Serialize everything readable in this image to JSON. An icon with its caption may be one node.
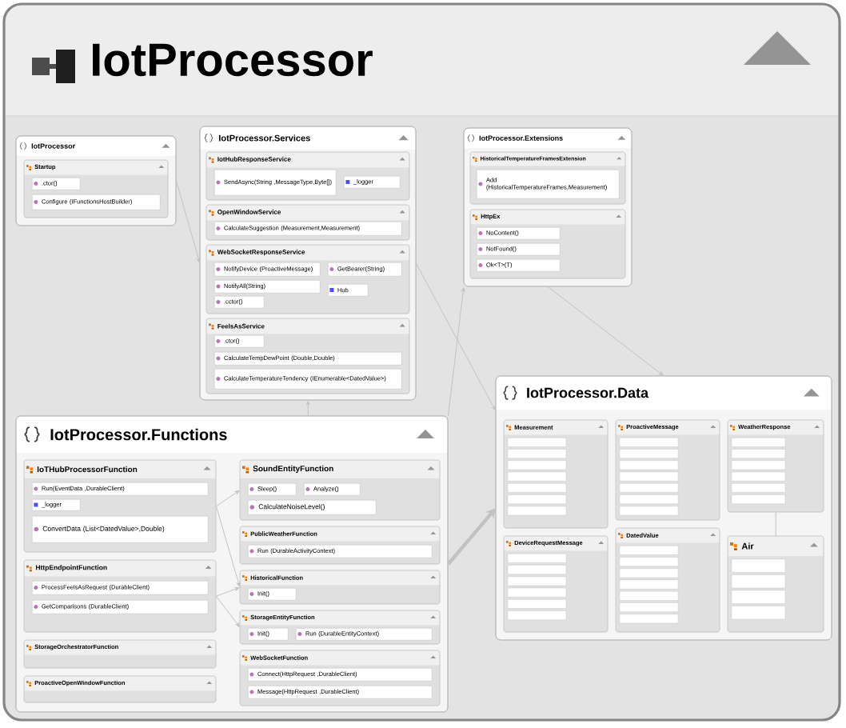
{
  "diagram": {
    "nodes": [
      {
        "text": [
          "IotProcessor"
        ]
      },
      {
        "text": [
          "IotProcessor.Services"
        ],
        "in": 0
      },
      {
        "text": [
          "IotHubResponseService"
        ],
        "in": 1
      },
      {
        "text": [
          "SendAsync(String ,MessageType,Byte[])"
        ],
        "in": 2
      },
      {
        "text": [
          "_logger"
        ],
        "in": 2
      },
      {
        "text": [
          "OpenWindowService"
        ],
        "in": 1
      },
      {
        "text": [
          "CalculateSuggestion (Measurement,Measurement)"
        ],
        "in": 5
      },
      {
        "text": [
          "WebSocketResponseService"
        ],
        "in": 1
      },
      {
        "text": [
          "NotifyDevice (ProactiveMessage)"
        ],
        "in": 7
      },
      {
        "text": [
          "GetBearer(String)"
        ],
        "in": 7
      },
      {
        "text": [
          "NotifyAll(String)"
        ],
        "in": 7
      },
      {
        "text": [
          ".cctor()"
        ],
        "in": 7
      },
      {
        "text": [
          "Hub"
        ],
        "in": 7
      },
      {
        "text": [
          "FeelsAsService"
        ],
        "in": 1
      },
      {
        "text": [
          ".ctor()"
        ],
        "in": 13
      },
      {
        "text": [
          "CalculateTempDewPoint (Double,Double)"
        ],
        "in": 13
      },
      {
        "text": [
          "CalculateTemperatureTendency (IEnumerable<DatedValue>)"
        ],
        "in": 13
      },
      {
        "text": [
          "IotProcessor"
        ],
        "in": 0
      },
      {
        "text": [
          "Startup"
        ],
        "in": 17
      },
      {
        "text": [
          ".ctor()"
        ],
        "in": 18
      },
      {
        "text": [
          "Configure (IFunctionsHostBuilder)"
        ],
        "in": 18
      },
      {
        "text": [
          "IotProcessor.Functions"
        ],
        "in": 0
      },
      {
        "text": [
          "IoTHubProcessorFunction"
        ],
        "in": 21
      },
      {
        "text": [
          "Run(EventData ,DurableClient)"
        ],
        "in": 22
      },
      {
        "text": [
          "_logger"
        ],
        "in": 22
      },
      {
        "text": [
          "ConvertData (List<DatedValue>,Double)"
        ],
        "in": 22
      },
      {
        "text": [
          "HttpEndpointFunction"
        ],
        "in": 21
      },
      {
        "text": [
          "ProcessFeelsAsRequest (DurableClient)"
        ],
        "in": 26
      },
      {
        "text": [
          "GetComparisons (DurableClient)"
        ],
        "in": 26
      },
      {
        "text": [
          "StorageOrchestratorFunction"
        ],
        "in": 21
      },
      {
        "text": [
          "ProactiveOpenWindowFunction"
        ],
        "in": 21
      },
      {
        "text": [
          "SoundEntityFunction"
        ],
        "in": 21
      },
      {
        "text": [
          "Sleep()"
        ],
        "in": 31
      },
      {
        "text": [
          "Analyze()"
        ],
        "in": 31
      },
      {
        "text": [
          "CalculateNoiseLevel()"
        ],
        "in": 31
      },
      {
        "text": [
          "PublicWeatherFunction"
        ],
        "in": 21
      },
      {
        "text": [
          "Run (DurableActivityContext)"
        ],
        "in": 35
      },
      {
        "text": [
          "HistoricalFunction"
        ],
        "in": 21
      },
      {
        "text": [
          "Init()"
        ],
        "in": 37
      },
      {
        "text": [
          "StorageEntityFunction"
        ],
        "in": 21
      },
      {
        "text": [
          "Init()"
        ],
        "in": 39
      },
      {
        "text": [
          "Run (DurableEntityContext)"
        ],
        "in": 39
      },
      {
        "text": [
          "WebSocketFunction"
        ],
        "in": 21
      },
      {
        "text": [
          "Connect(HttpRequest ,DurableClient)"
        ],
        "in": 42
      },
      {
        "text": [
          "Message(HttpRequest ,DurableClient)"
        ],
        "in": 42
      },
      {
        "text": [
          "IotProcessor.Extensions"
        ],
        "in": 0
      },
      {
        "text": [
          "HistoricalTemperatureFramesExtension"
        ],
        "in": 45
      },
      {
        "text": [
          "Add (HistoricalTemperatureFrames,Measurement)"
        ],
        "in": 46
      },
      {
        "text": [
          "HttpEx"
        ],
        "in": 45
      },
      {
        "text": [
          "NoContent()"
        ],
        "in": 48
      },
      {
        "text": [
          "NotFound()"
        ],
        "in": 48
      },
      {
        "text": [
          "Ok<T>(T)"
        ],
        "in": 48
      },
      {
        "text": [
          "IotProcessor.Data"
        ],
        "in": 0
      },
      {
        "text": [
          "WeatherResponse"
        ],
        "in": 52
      },
      {
        "text": [
          "Measurement"
        ],
        "in": 52
      },
      {
        "text": [
          "ProactiveMessage"
        ],
        "in": 52
      },
      {
        "text": [
          "DatedValue"
        ],
        "in": 52
      },
      {
        "text": [
          "Air"
        ],
        "in": 52
      },
      {
        "text": [
          "DeviceRequestMessage"
        ],
        "in": 52
      }
    ],
    "edges": [
      {
        "from": 17,
        "to": 1,
        "arrow": "to"
      },
      {
        "from": 21,
        "to": 1,
        "arrow": "to"
      },
      {
        "from": 21,
        "to": 45,
        "arrow": "to"
      },
      {
        "from": 21,
        "to": 52,
        "arrow": "to",
        "style": "thick"
      },
      {
        "from": 1,
        "to": 52,
        "arrow": "to"
      },
      {
        "from": 45,
        "to": 52,
        "arrow": "to"
      },
      {
        "from": 22,
        "to": 31,
        "arrow": "to"
      },
      {
        "from": 22,
        "to": 37,
        "arrow": "to"
      },
      {
        "from": 26,
        "to": 37,
        "arrow": "to"
      },
      {
        "from": 26,
        "to": 39,
        "arrow": "to"
      },
      {
        "from": 53,
        "to": 57,
        "arrow": "none"
      }
    ]
  }
}
